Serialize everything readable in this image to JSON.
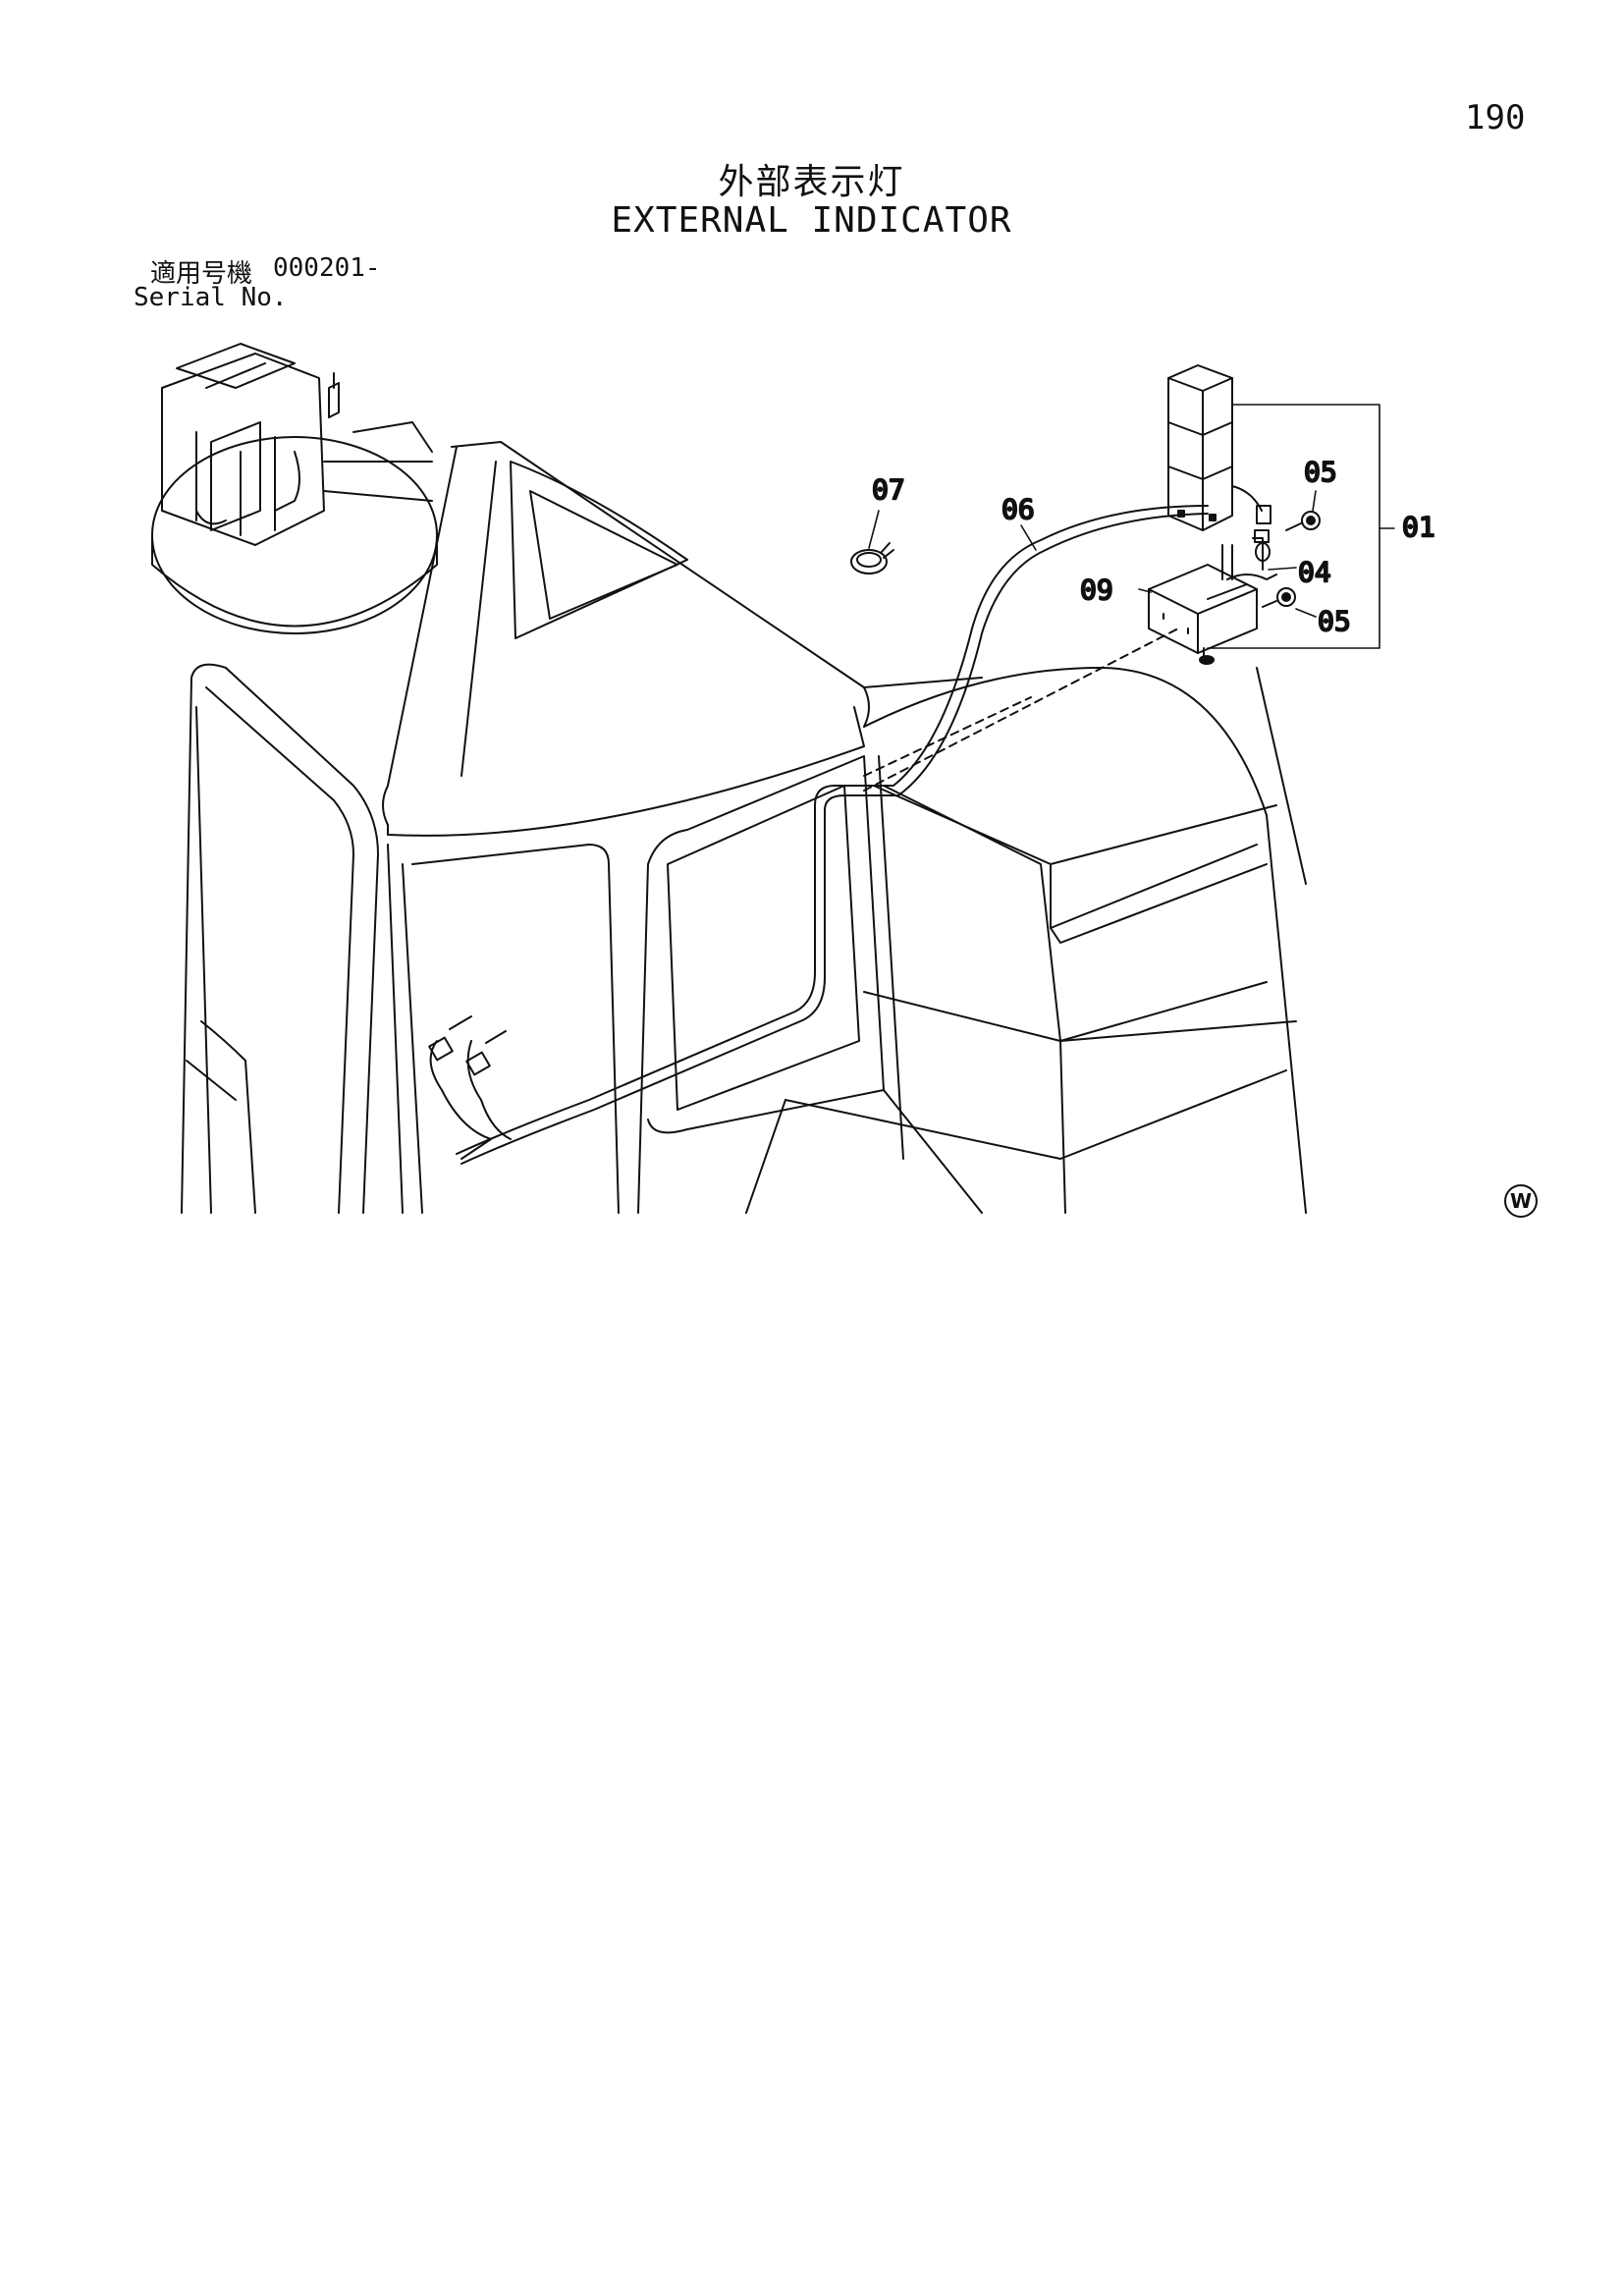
{
  "header": {
    "page_number": "190",
    "title_jp": "外部表示灯",
    "title_en": "EXTERNAL INDICATOR"
  },
  "serial": {
    "label_jp": "適用号機",
    "number": "000201-",
    "label_en": "Serial No."
  },
  "callouts": {
    "p01": "01",
    "p04": "04",
    "p05a": "05",
    "p05b": "05",
    "p06": "06",
    "p07": "07",
    "p09": "09"
  },
  "marks": {
    "corner_mark": "W"
  },
  "colors": {
    "ink": "#111111",
    "paper": "#ffffff"
  }
}
